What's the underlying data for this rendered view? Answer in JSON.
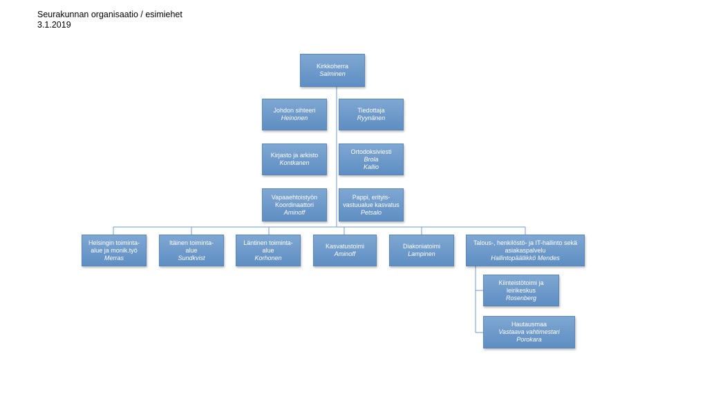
{
  "title": {
    "line1": "Seurakunnan organisaatio / esimiehet",
    "line2": "3.1.2019"
  },
  "nodes": {
    "kirkkoherra": {
      "role": "Kirkkoherra",
      "name": "Salminen"
    },
    "johdon_sihteeri": {
      "role": "Johdon sihteeri",
      "name": "Heinonen"
    },
    "tiedottaja": {
      "role": "Tiedottaja",
      "name": "Ryynänen"
    },
    "kirjasto": {
      "role": "Kirjasto ja arkisto",
      "name": "Kontkanen"
    },
    "ortodoksiviesti": {
      "role": "Ortodoksiviesti",
      "name1": "Brola",
      "name2": "Kallio"
    },
    "vapaaehtoistyo": {
      "role1": "Vapaaehtoistyön",
      "role2": "Koordinaattori",
      "name": "Aminoff"
    },
    "pappi": {
      "role1": "Pappi, erityis-",
      "role2": "vastuualue kasvatus",
      "name": "Petsalo"
    },
    "helsingin": {
      "role1": "Helsingin toiminta-",
      "role2": "alue ja monik.työ",
      "name": "Merras"
    },
    "itainen": {
      "role1": "Itäinen toiminta-",
      "role2": "alue",
      "name": "Sundkvist"
    },
    "lantinen": {
      "role1": "Läntinen toiminta-",
      "role2": "alue",
      "name": "Korhonen"
    },
    "kasvatustoimi": {
      "role": "Kasvatustoimi",
      "name": "Aminoff"
    },
    "diakoniatoimi": {
      "role": "Diakoniatoimi",
      "name": "Lampinen"
    },
    "talous": {
      "role1": "Talous-, henkilöstö- ja IT-hallinto sekä",
      "role2": "asiakaspalvelu",
      "name": "Hallintopäällikkö Mendes"
    },
    "kiinteistotoimi": {
      "role1": "Kiinteistötoimi ja",
      "role2": "leirikeskus",
      "name": "Rosenberg"
    },
    "hautausmaa": {
      "role": "Hautausmaa",
      "name1": "Vastaava vahtimestari",
      "name2": "Porokara"
    }
  }
}
